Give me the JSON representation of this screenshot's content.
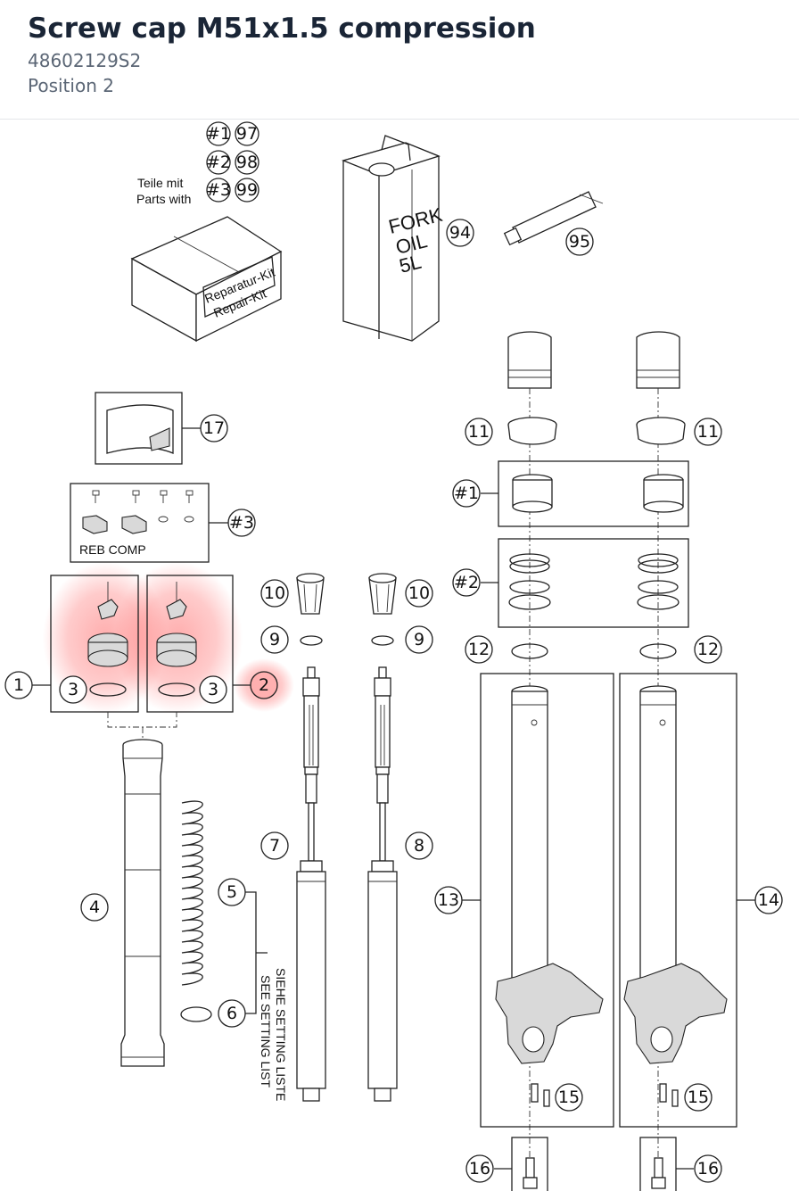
{
  "header": {
    "title": "Screw cap M51x1.5 compression",
    "part_number": "48602129S2",
    "position": "Position 2"
  },
  "diagram": {
    "kit_label_de": "Teile mit",
    "kit_label_en": "Parts with",
    "kit_refs": [
      "#1",
      "#2",
      "#3"
    ],
    "kit_ref_numbers": [
      "97",
      "98",
      "99"
    ],
    "repair_kit_de": "Reparatur-Kit",
    "repair_kit_en": "Repair-Kit",
    "fork_oil_line1": "FORK",
    "fork_oil_line2": "OIL",
    "fork_oil_line3": "5L",
    "reb_comp_label": "REB COMP",
    "setting_list_de": "SIEHE SETTING LISTE",
    "setting_list_en": "SEE SETTING LIST",
    "highlight_color": "#ff6b6b",
    "callouts": {
      "c1": "1",
      "c2": "2",
      "c3a": "3",
      "c3b": "3",
      "c4": "4",
      "c5": "5",
      "c6": "6",
      "c7": "7",
      "c8": "8",
      "c9a": "9",
      "c9b": "9",
      "c10a": "10",
      "c10b": "10",
      "c11a": "11",
      "c11b": "11",
      "c12a": "12",
      "c12b": "12",
      "c13": "13",
      "c14": "14",
      "c15a": "15",
      "c15b": "15",
      "c16a": "16",
      "c16b": "16",
      "c17": "17",
      "c94": "94",
      "c95": "95",
      "k1": "#1",
      "k2": "#2",
      "k3": "#3"
    }
  }
}
